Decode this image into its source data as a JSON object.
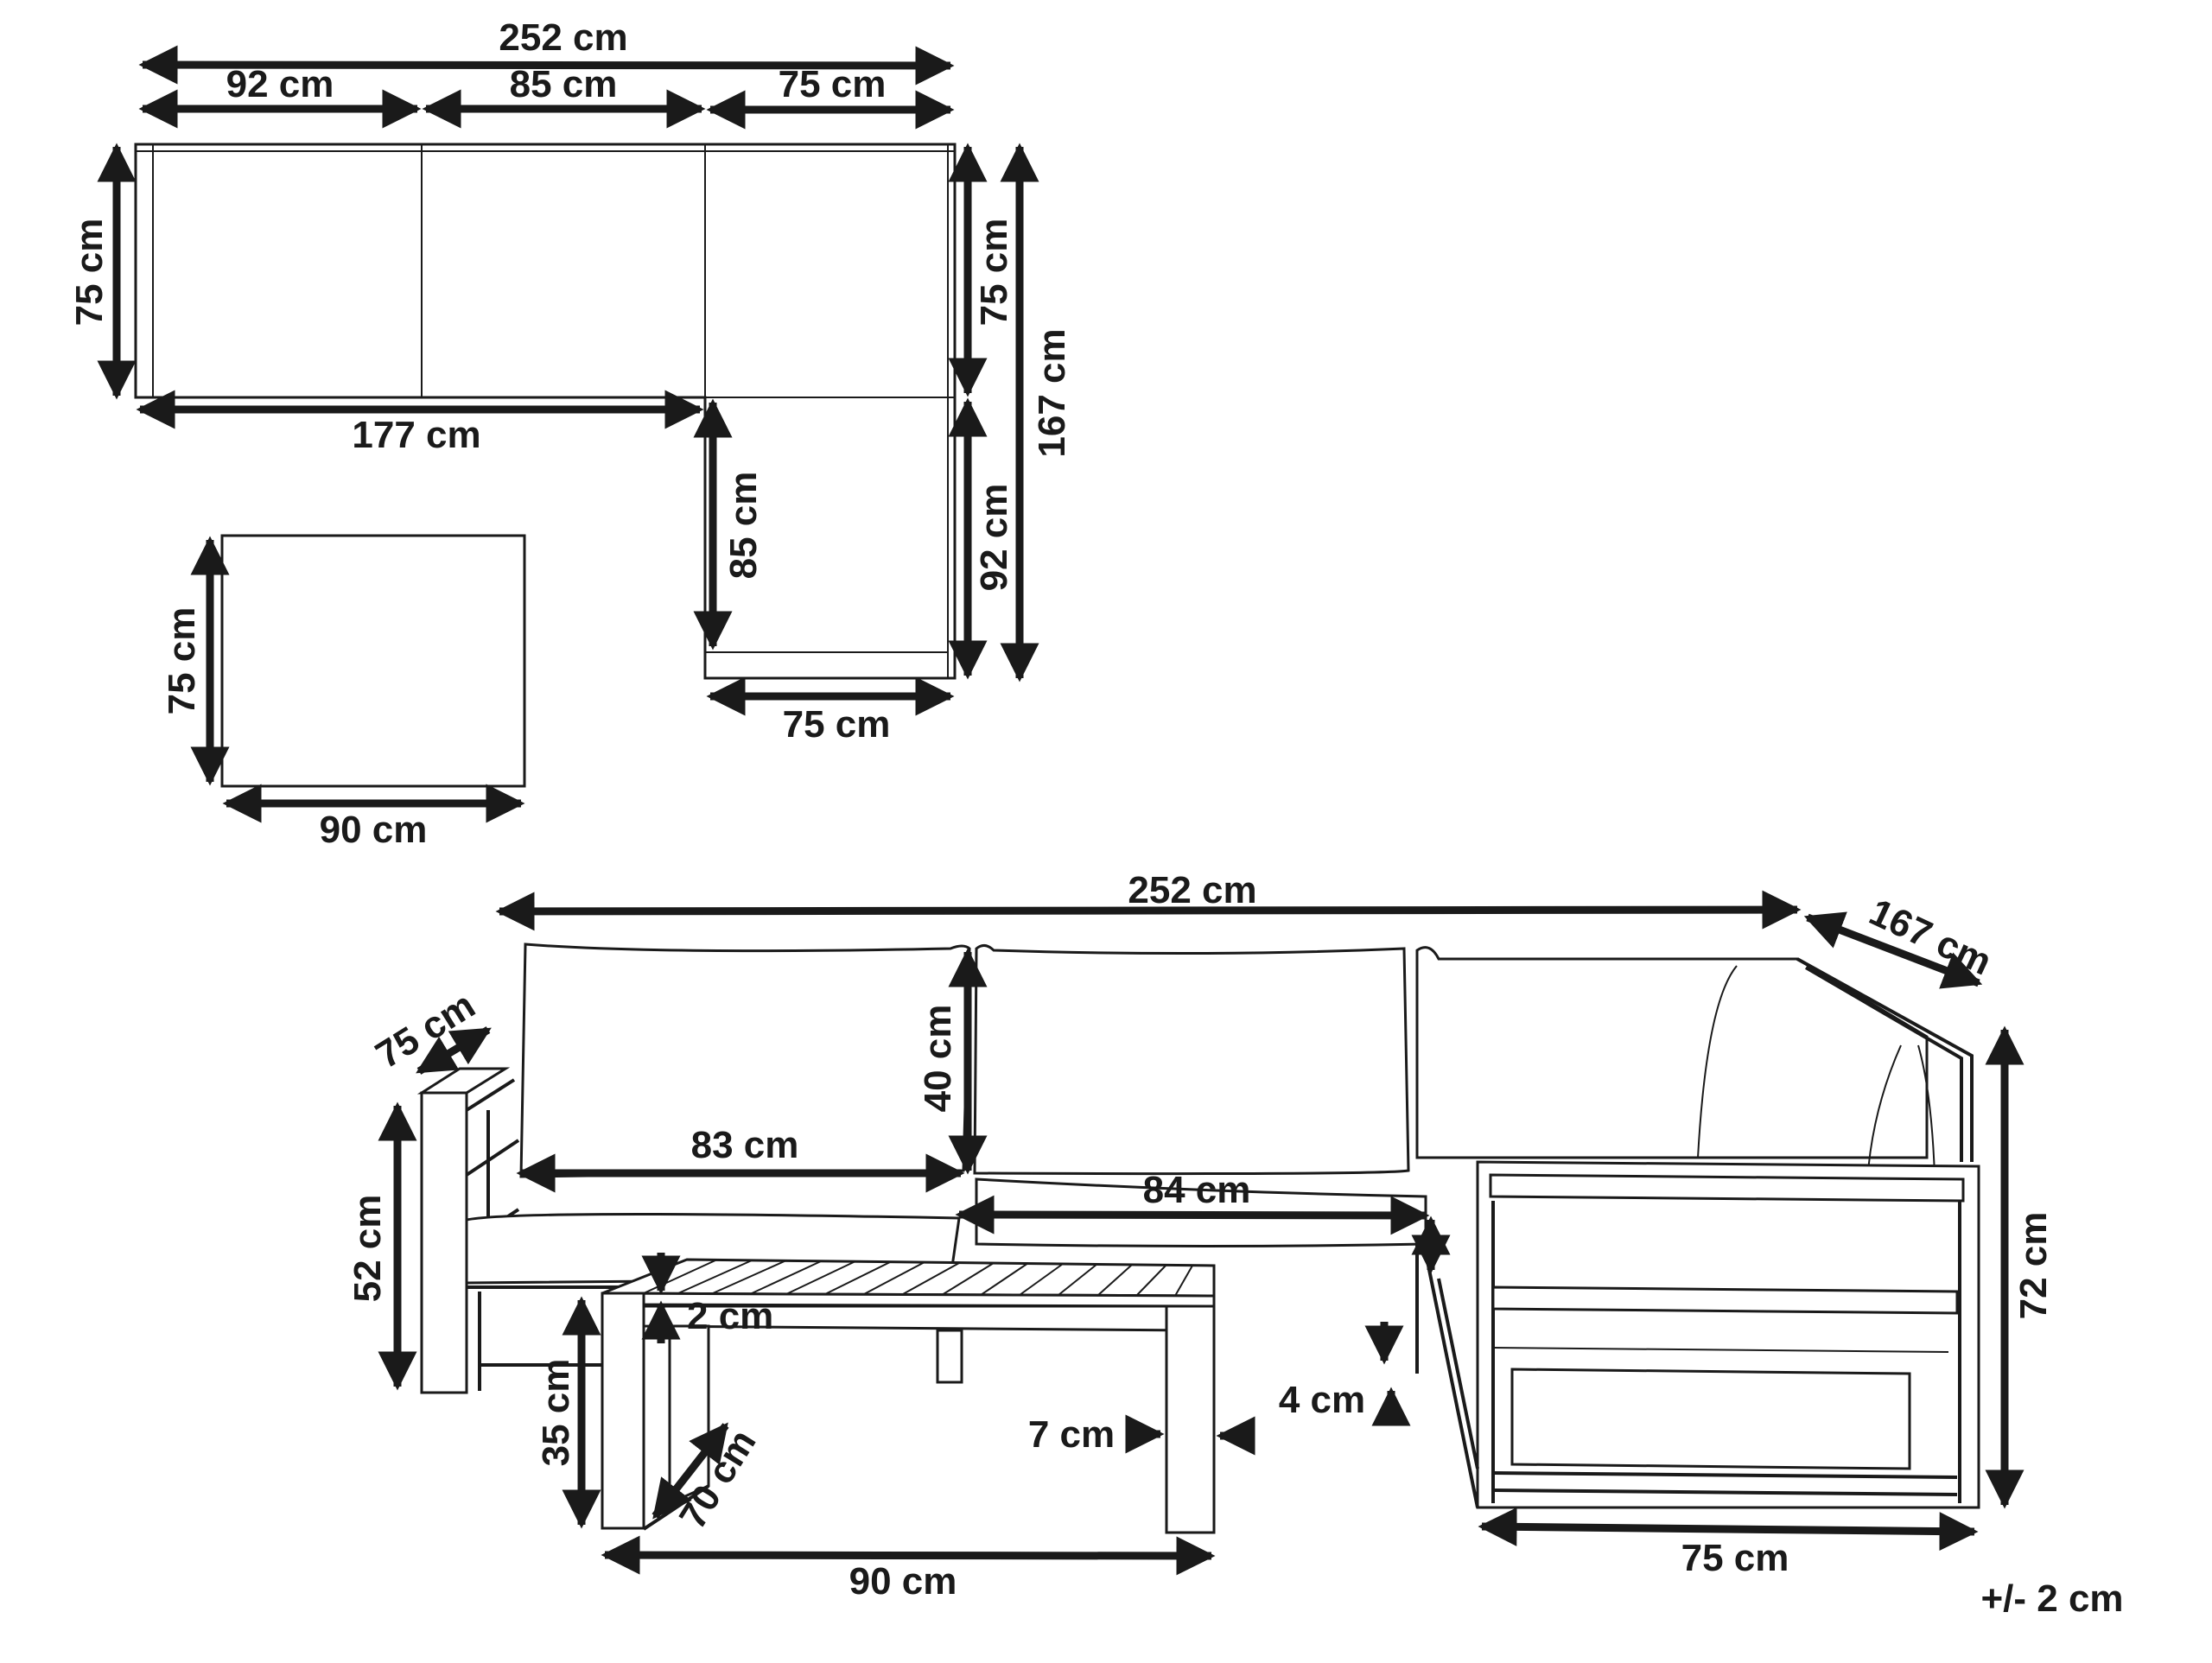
{
  "title": "Outdoor corner sofa set with coffee table — dimension drawing",
  "colors": {
    "line": "#1a1a1a",
    "background": "#ffffff"
  },
  "plan_view": {
    "sofa": {
      "total_width": "252 cm",
      "segment_widths": [
        "92 cm",
        "85 cm",
        "75 cm"
      ],
      "depth_left": "75 cm",
      "depth_right_upper": "75 cm",
      "length_right_lower": "92 cm",
      "total_depth": "167 cm",
      "inner_width": "177 cm",
      "inner_depth": "85 cm",
      "chaise_width": "75 cm"
    },
    "table": {
      "depth": "75 cm",
      "width": "90 cm"
    }
  },
  "perspective_view": {
    "total_width": "252 cm",
    "total_depth": "167 cm",
    "arm_depth": "75 cm",
    "arm_height": "52 cm",
    "back_cushion_height": "40 cm",
    "seat_width_left": "83 cm",
    "seat_width_middle": "84 cm",
    "seat_cushion_thickness": "4 cm",
    "total_height": "72 cm",
    "corner_unit_width": "75 cm",
    "table_top_thickness": "2 cm",
    "table_height": "35 cm",
    "table_depth": "70 cm",
    "table_width": "90 cm",
    "table_leg_width": "7 cm"
  },
  "tolerance": "+/- 2 cm"
}
